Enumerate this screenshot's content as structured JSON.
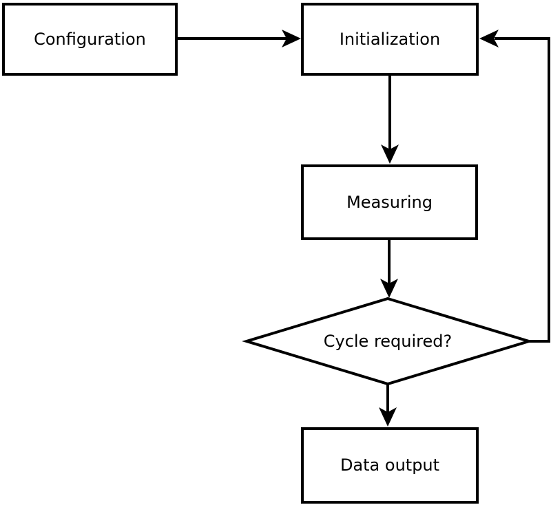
{
  "diagram": {
    "type": "flowchart",
    "background_color": "#ffffff",
    "stroke_color": "#000000",
    "node_fill_color": "#ffffff",
    "text_color": "#000000"
  },
  "nodes": {
    "configuration": {
      "label": "Configuration",
      "shape": "rect"
    },
    "initialization": {
      "label": "Initialization",
      "shape": "rect"
    },
    "measuring": {
      "label": "Measuring",
      "shape": "rect"
    },
    "decision": {
      "label": "Cycle required?",
      "shape": "diamond"
    },
    "data_output": {
      "label": "Data output",
      "shape": "rect"
    }
  },
  "edges": [
    {
      "from": "configuration",
      "to": "initialization",
      "direction": "right"
    },
    {
      "from": "initialization",
      "to": "measuring",
      "direction": "down"
    },
    {
      "from": "measuring",
      "to": "decision",
      "direction": "down"
    },
    {
      "from": "decision",
      "to": "data_output",
      "direction": "down"
    },
    {
      "from": "decision",
      "to": "initialization",
      "direction": "right-up-left-feedback-loop"
    }
  ]
}
